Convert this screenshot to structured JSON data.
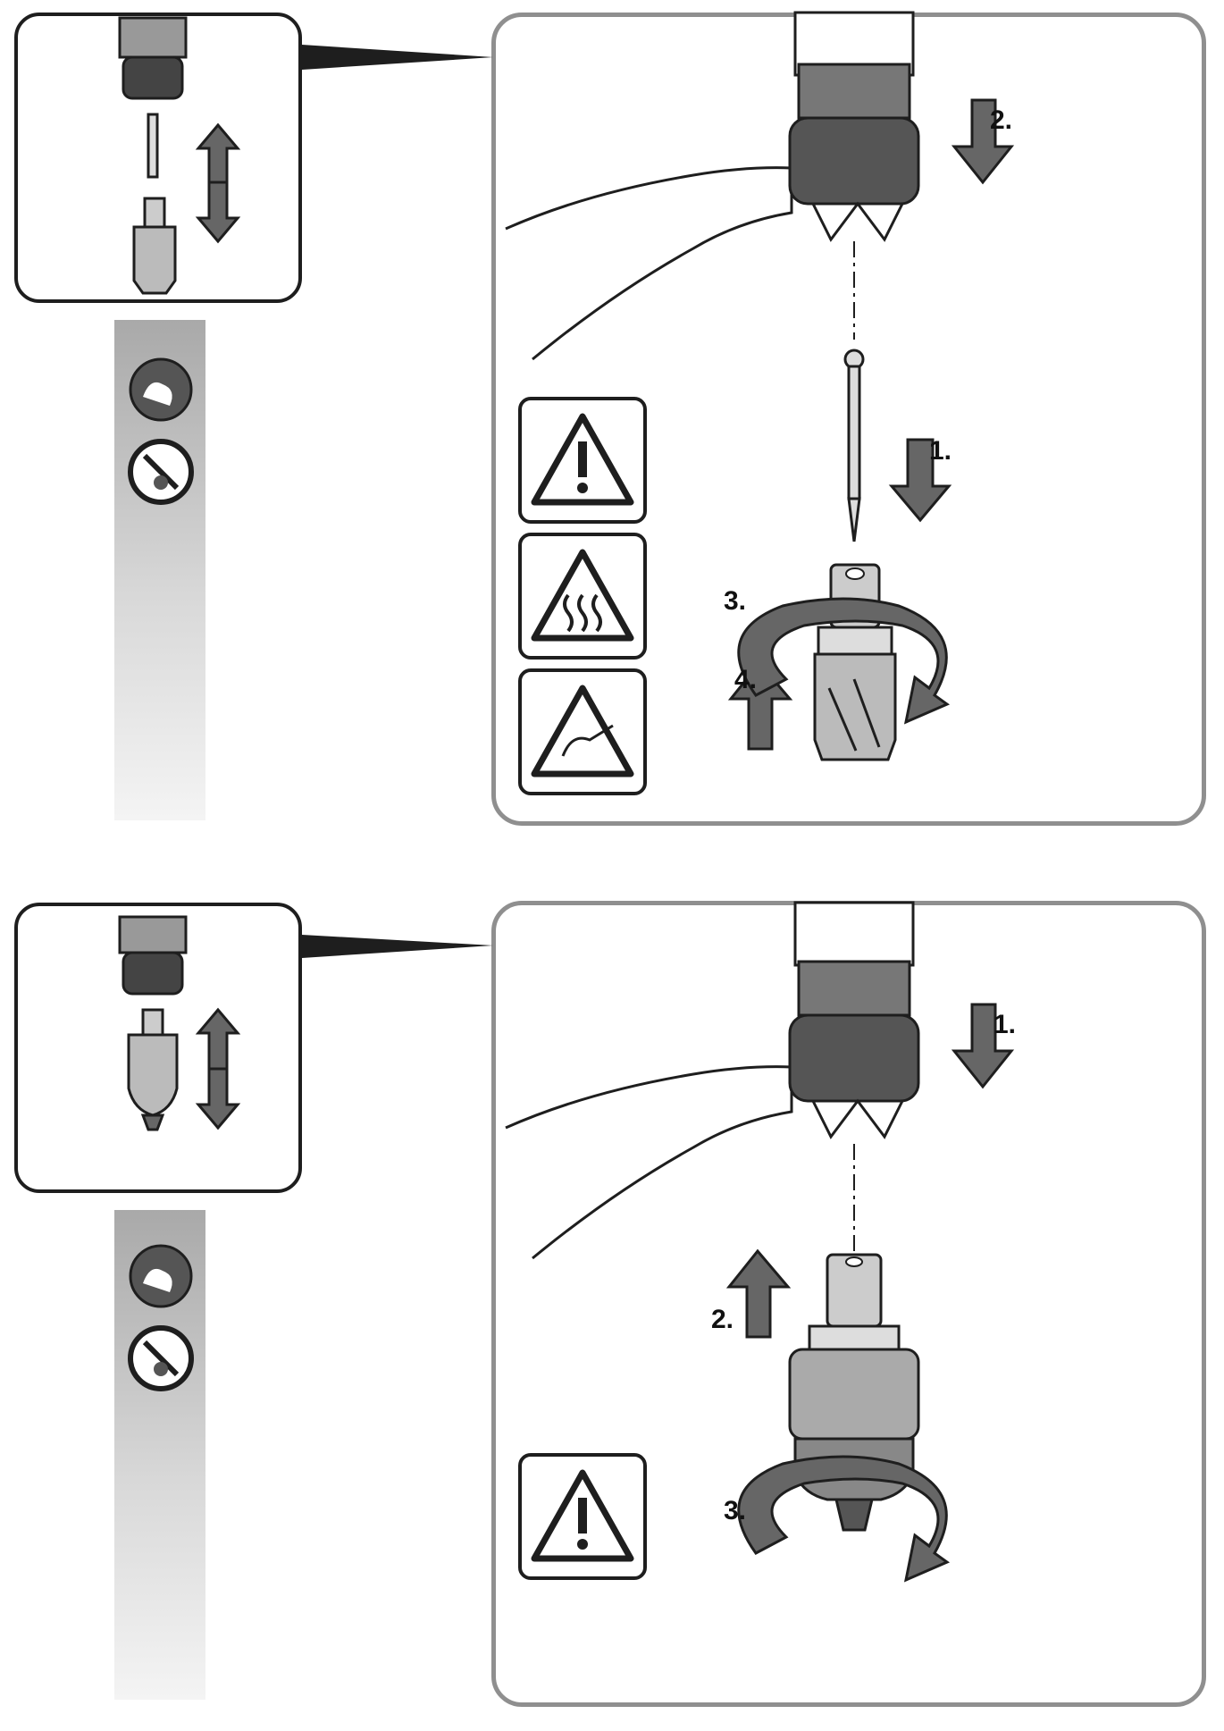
{
  "panels": [
    {
      "steps": [
        "1.",
        "2.",
        "3.",
        "4."
      ],
      "warnings": [
        "general-warning-icon",
        "hot-surface-icon",
        "sharp-edge-icon"
      ]
    },
    {
      "steps": [
        "1.",
        "2.",
        "3."
      ],
      "warnings": [
        "general-warning-icon"
      ]
    }
  ],
  "colors": {
    "line": "#1e1e1e",
    "frame": "#8f8f8f",
    "fill": "#555555"
  }
}
